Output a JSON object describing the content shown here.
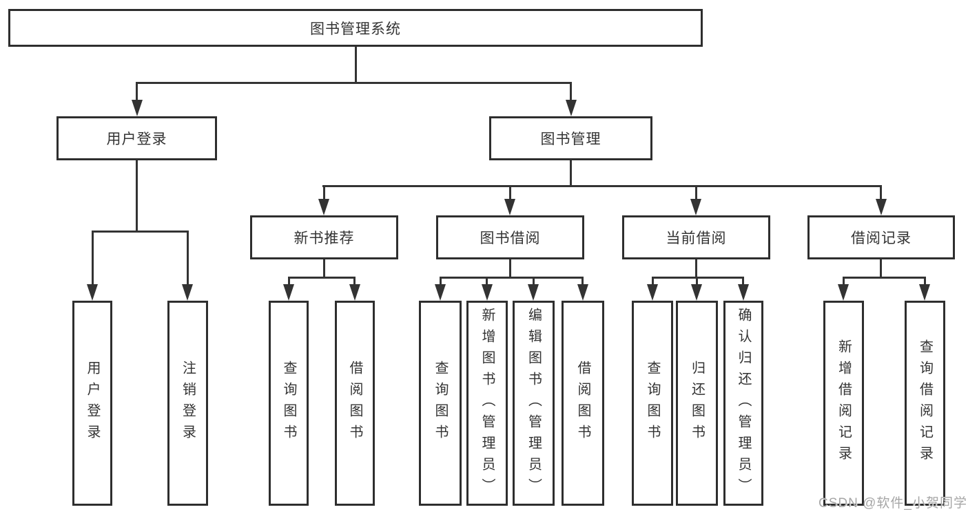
{
  "title": "图书管理系统",
  "watermark": "CSDN @软件_小贺同学",
  "colors": {
    "line": "#333333",
    "box_border": "#2e2e2e",
    "box_fill": "#ffffff",
    "text": "#333333",
    "watermark": "#a6a6a6"
  },
  "nodes": {
    "root": {
      "label": "图书管理系统"
    },
    "user_login": {
      "label": "用户登录",
      "children": [
        {
          "label": "用户登录"
        },
        {
          "label": "注销登录"
        }
      ]
    },
    "book_mgmt": {
      "label": "图书管理"
    },
    "new_book_rec": {
      "label": "新书推荐",
      "children": [
        {
          "label": "查询图书"
        },
        {
          "label": "借阅图书"
        }
      ]
    },
    "book_borrow": {
      "label": "图书借阅",
      "children": [
        {
          "label": "查询图书"
        },
        {
          "label": "新增图书（管理员）"
        },
        {
          "label": "编辑图书（管理员）"
        },
        {
          "label": "借阅图书"
        }
      ]
    },
    "current_borrow": {
      "label": "当前借阅",
      "children": [
        {
          "label": "查询图书"
        },
        {
          "label": "归还图书"
        },
        {
          "label": "确认归还（管理员）"
        }
      ]
    },
    "borrow_record": {
      "label": "借阅记录",
      "children": [
        {
          "label": "新增借阅记录"
        },
        {
          "label": "查询借阅记录"
        }
      ]
    }
  }
}
